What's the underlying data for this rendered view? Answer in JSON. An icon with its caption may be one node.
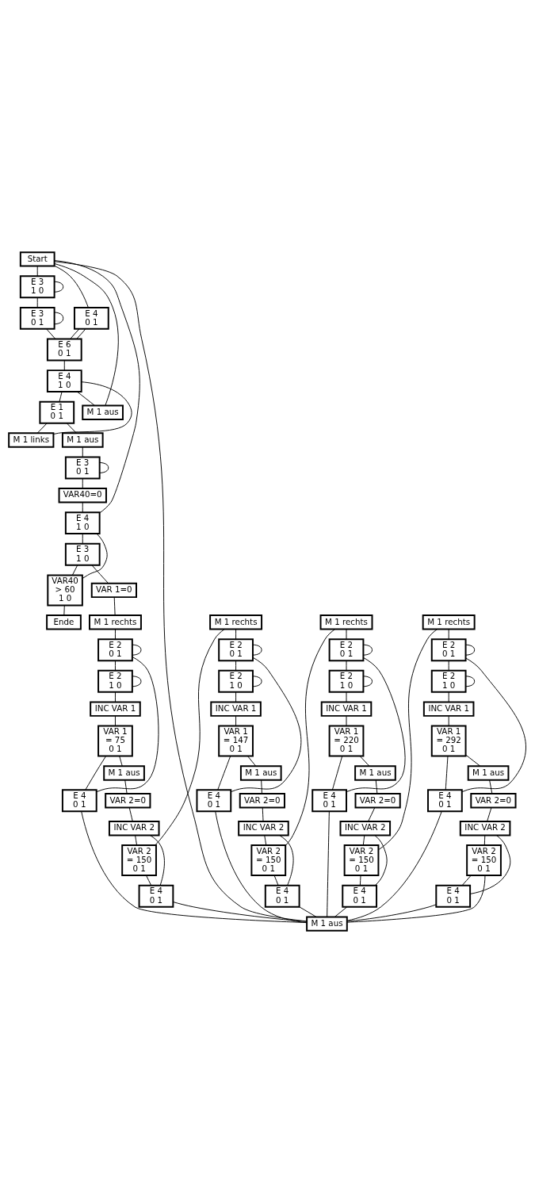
{
  "diagram": {
    "nodes": [
      {
        "text": [
          "Start"
        ]
      },
      {
        "text": [
          "E 3",
          "1 0"
        ]
      },
      {
        "text": [
          "E 3",
          "0 1"
        ]
      },
      {
        "text": [
          "E 4",
          "0 1"
        ]
      },
      {
        "text": [
          "E 6",
          "0 1"
        ]
      },
      {
        "text": [
          "E 4",
          "1 0"
        ]
      },
      {
        "text": [
          "E 1",
          "0 1"
        ]
      },
      {
        "text": [
          "M 1 aus"
        ]
      },
      {
        "text": [
          "M 1 links"
        ]
      },
      {
        "text": [
          "M 1 aus"
        ]
      },
      {
        "text": [
          "E 3",
          "0 1"
        ]
      },
      {
        "text": [
          "VAR40=0"
        ]
      },
      {
        "text": [
          "E 4",
          "1 0"
        ]
      },
      {
        "text": [
          "E 3",
          "1 0"
        ]
      },
      {
        "text": [
          "VAR40",
          "> 60",
          "1 0"
        ]
      },
      {
        "text": [
          "Ende"
        ]
      },
      {
        "text": [
          "VAR 1=0"
        ]
      },
      {
        "text": [
          "M 1 rechts"
        ]
      },
      {
        "text": [
          "E 2",
          "0 1"
        ]
      },
      {
        "text": [
          "E 2",
          "1 0"
        ]
      },
      {
        "text": [
          "INC VAR 1"
        ]
      },
      {
        "text": [
          "VAR 1",
          "= 75",
          "0 1"
        ]
      },
      {
        "text": [
          "E 4",
          "0 1"
        ]
      },
      {
        "text": [
          "M 1 aus"
        ]
      },
      {
        "text": [
          "VAR 2=0"
        ]
      },
      {
        "text": [
          "INC VAR 2"
        ]
      },
      {
        "text": [
          "VAR 2",
          "= 150",
          "0 1"
        ]
      },
      {
        "text": [
          "E 4",
          "0 1"
        ]
      },
      {
        "text": [
          "M 1 rechts"
        ]
      },
      {
        "text": [
          "E 2",
          "0 1"
        ]
      },
      {
        "text": [
          "E 2",
          "1 0"
        ]
      },
      {
        "text": [
          "INC VAR 1"
        ]
      },
      {
        "text": [
          "VAR 1",
          "= 147",
          "0 1"
        ]
      },
      {
        "text": [
          "E 4",
          "0 1"
        ]
      },
      {
        "text": [
          "M 1 aus"
        ]
      },
      {
        "text": [
          "VAR 2=0"
        ]
      },
      {
        "text": [
          "INC VAR 2"
        ]
      },
      {
        "text": [
          "VAR 2",
          "= 150",
          "0 1"
        ]
      },
      {
        "text": [
          "E 4",
          "0 1"
        ]
      },
      {
        "text": [
          "M 1 rechts"
        ]
      },
      {
        "text": [
          "E 2",
          "0 1"
        ]
      },
      {
        "text": [
          "E 2",
          "1 0"
        ]
      },
      {
        "text": [
          "INC VAR 1"
        ]
      },
      {
        "text": [
          "VAR 1",
          "= 220",
          "0 1"
        ]
      },
      {
        "text": [
          "E 4",
          "0 1"
        ]
      },
      {
        "text": [
          "M 1 aus"
        ]
      },
      {
        "text": [
          "VAR 2=0"
        ]
      },
      {
        "text": [
          "INC VAR 2"
        ]
      },
      {
        "text": [
          "VAR 2",
          "= 150",
          "0 1"
        ]
      },
      {
        "text": [
          "E 4",
          "0 1"
        ]
      },
      {
        "text": [
          "M 1 rechts"
        ]
      },
      {
        "text": [
          "E 2",
          "0 1"
        ]
      },
      {
        "text": [
          "E 2",
          "1 0"
        ]
      },
      {
        "text": [
          "INC VAR 1"
        ]
      },
      {
        "text": [
          "VAR 1",
          "= 292",
          "0 1"
        ]
      },
      {
        "text": [
          "E 4",
          "0 1"
        ]
      },
      {
        "text": [
          "M 1 aus"
        ]
      },
      {
        "text": [
          "VAR 2=0"
        ]
      },
      {
        "text": [
          "INC VAR 2"
        ]
      },
      {
        "text": [
          "VAR 2",
          "= 150",
          "0 1"
        ]
      },
      {
        "text": [
          "E 4",
          "0 1"
        ]
      },
      {
        "text": [
          "M 1 aus"
        ]
      }
    ],
    "edges": [
      {
        "from": 0,
        "to": 1,
        "arrow": "none"
      },
      {
        "from": 1,
        "to": 1,
        "arrow": "none"
      },
      {
        "from": 1,
        "to": 2,
        "arrow": "none"
      },
      {
        "from": 2,
        "to": 2,
        "arrow": "none"
      },
      {
        "from": 2,
        "to": 4,
        "arrow": "none"
      },
      {
        "from": 4,
        "to": 3,
        "arrow": "none"
      },
      {
        "from": 3,
        "to": 4,
        "arrow": "none"
      },
      {
        "from": 3,
        "to": 0,
        "arrow": "none"
      },
      {
        "from": 4,
        "to": 5,
        "arrow": "none"
      },
      {
        "from": 5,
        "to": 7,
        "arrow": "none"
      },
      {
        "from": 5,
        "to": 6,
        "arrow": "none"
      },
      {
        "from": 7,
        "to": 0,
        "arrow": "none"
      },
      {
        "from": 6,
        "to": 8,
        "arrow": "none"
      },
      {
        "from": 8,
        "to": 5,
        "arrow": "none"
      },
      {
        "from": 6,
        "to": 9,
        "arrow": "none"
      },
      {
        "from": 9,
        "to": 10,
        "arrow": "none"
      },
      {
        "from": 10,
        "to": 10,
        "arrow": "none"
      },
      {
        "from": 10,
        "to": 11,
        "arrow": "none"
      },
      {
        "from": 11,
        "to": 12,
        "arrow": "none"
      },
      {
        "from": 12,
        "to": 0,
        "arrow": "none"
      },
      {
        "from": 12,
        "to": 13,
        "arrow": "none"
      },
      {
        "from": 13,
        "to": 16,
        "arrow": "none"
      },
      {
        "from": 13,
        "to": 14,
        "arrow": "none"
      },
      {
        "from": 14,
        "to": 15,
        "arrow": "none"
      },
      {
        "from": 14,
        "to": 12,
        "arrow": "none"
      },
      {
        "from": 16,
        "to": 17,
        "arrow": "none"
      },
      {
        "from": 17,
        "to": 18,
        "arrow": "none"
      },
      {
        "from": 18,
        "to": 18,
        "arrow": "none"
      },
      {
        "from": 18,
        "to": 19,
        "arrow": "none"
      },
      {
        "from": 19,
        "to": 19,
        "arrow": "none"
      },
      {
        "from": 19,
        "to": 20,
        "arrow": "none"
      },
      {
        "from": 20,
        "to": 21,
        "arrow": "none"
      },
      {
        "from": 21,
        "to": 22,
        "arrow": "none"
      },
      {
        "from": 21,
        "to": 23,
        "arrow": "none"
      },
      {
        "from": 22,
        "to": 18,
        "arrow": "none"
      },
      {
        "from": 22,
        "to": 61,
        "arrow": "none"
      },
      {
        "from": 23,
        "to": 24,
        "arrow": "none"
      },
      {
        "from": 24,
        "to": 25,
        "arrow": "none"
      },
      {
        "from": 25,
        "to": 26,
        "arrow": "none"
      },
      {
        "from": 26,
        "to": 27,
        "arrow": "none"
      },
      {
        "from": 27,
        "to": 25,
        "arrow": "none"
      },
      {
        "from": 27,
        "to": 61,
        "arrow": "none"
      },
      {
        "from": 26,
        "to": 28,
        "arrow": "none"
      },
      {
        "from": 28,
        "to": 29,
        "arrow": "none"
      },
      {
        "from": 29,
        "to": 29,
        "arrow": "none"
      },
      {
        "from": 29,
        "to": 30,
        "arrow": "none"
      },
      {
        "from": 30,
        "to": 30,
        "arrow": "none"
      },
      {
        "from": 30,
        "to": 31,
        "arrow": "none"
      },
      {
        "from": 31,
        "to": 32,
        "arrow": "none"
      },
      {
        "from": 32,
        "to": 33,
        "arrow": "none"
      },
      {
        "from": 32,
        "to": 34,
        "arrow": "none"
      },
      {
        "from": 33,
        "to": 29,
        "arrow": "none"
      },
      {
        "from": 33,
        "to": 61,
        "arrow": "none"
      },
      {
        "from": 34,
        "to": 35,
        "arrow": "none"
      },
      {
        "from": 35,
        "to": 36,
        "arrow": "none"
      },
      {
        "from": 36,
        "to": 37,
        "arrow": "none"
      },
      {
        "from": 37,
        "to": 38,
        "arrow": "none"
      },
      {
        "from": 38,
        "to": 36,
        "arrow": "none"
      },
      {
        "from": 38,
        "to": 61,
        "arrow": "none"
      },
      {
        "from": 37,
        "to": 39,
        "arrow": "none"
      },
      {
        "from": 39,
        "to": 40,
        "arrow": "none"
      },
      {
        "from": 40,
        "to": 40,
        "arrow": "none"
      },
      {
        "from": 40,
        "to": 41,
        "arrow": "none"
      },
      {
        "from": 41,
        "to": 41,
        "arrow": "none"
      },
      {
        "from": 41,
        "to": 42,
        "arrow": "none"
      },
      {
        "from": 42,
        "to": 43,
        "arrow": "none"
      },
      {
        "from": 43,
        "to": 44,
        "arrow": "none"
      },
      {
        "from": 43,
        "to": 45,
        "arrow": "none"
      },
      {
        "from": 44,
        "to": 40,
        "arrow": "none"
      },
      {
        "from": 44,
        "to": 61,
        "arrow": "none"
      },
      {
        "from": 45,
        "to": 46,
        "arrow": "none"
      },
      {
        "from": 46,
        "to": 47,
        "arrow": "none"
      },
      {
        "from": 47,
        "to": 48,
        "arrow": "none"
      },
      {
        "from": 48,
        "to": 49,
        "arrow": "none"
      },
      {
        "from": 49,
        "to": 47,
        "arrow": "none"
      },
      {
        "from": 49,
        "to": 61,
        "arrow": "none"
      },
      {
        "from": 48,
        "to": 50,
        "arrow": "none"
      },
      {
        "from": 50,
        "to": 51,
        "arrow": "none"
      },
      {
        "from": 51,
        "to": 51,
        "arrow": "none"
      },
      {
        "from": 51,
        "to": 52,
        "arrow": "none"
      },
      {
        "from": 52,
        "to": 52,
        "arrow": "none"
      },
      {
        "from": 52,
        "to": 53,
        "arrow": "none"
      },
      {
        "from": 53,
        "to": 54,
        "arrow": "none"
      },
      {
        "from": 54,
        "to": 55,
        "arrow": "none"
      },
      {
        "from": 54,
        "to": 56,
        "arrow": "none"
      },
      {
        "from": 55,
        "to": 51,
        "arrow": "none"
      },
      {
        "from": 55,
        "to": 61,
        "arrow": "none"
      },
      {
        "from": 56,
        "to": 57,
        "arrow": "none"
      },
      {
        "from": 57,
        "to": 58,
        "arrow": "none"
      },
      {
        "from": 58,
        "to": 59,
        "arrow": "none"
      },
      {
        "from": 59,
        "to": 60,
        "arrow": "none"
      },
      {
        "from": 60,
        "to": 58,
        "arrow": "none"
      },
      {
        "from": 60,
        "to": 61,
        "arrow": "none"
      },
      {
        "from": 59,
        "to": 61,
        "arrow": "none"
      },
      {
        "from": 61,
        "to": 0,
        "arrow": "none"
      }
    ]
  }
}
